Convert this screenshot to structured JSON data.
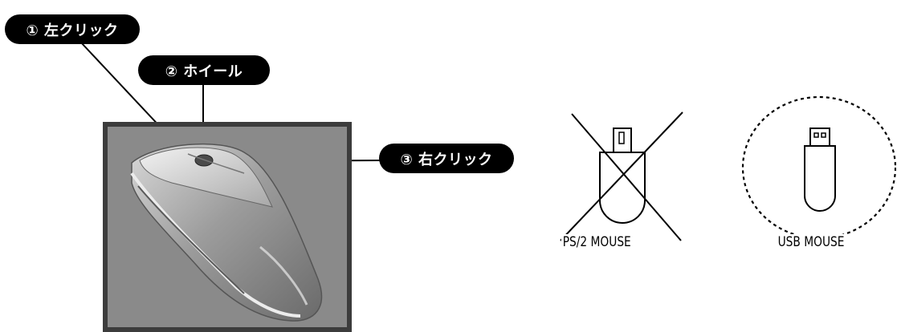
{
  "labels": {
    "left_click": "① 左クリック",
    "wheel": "② ホイール",
    "right_click": "③ 右クリック"
  },
  "connectors": {
    "ps2": {
      "label": "PS/2 MOUSE",
      "status": "not-supported",
      "mark": "x-cross"
    },
    "usb": {
      "label": "USB MOUSE",
      "status": "supported",
      "mark": "dashed-circle"
    }
  },
  "colors": {
    "pill_bg": "#000000",
    "pill_text": "#ffffff",
    "frame_border": "#3c3c3c",
    "frame_bg": "#8a8a8a"
  },
  "icons": [
    "mouse-illustration",
    "ps2-plug-icon",
    "usb-plug-icon"
  ]
}
